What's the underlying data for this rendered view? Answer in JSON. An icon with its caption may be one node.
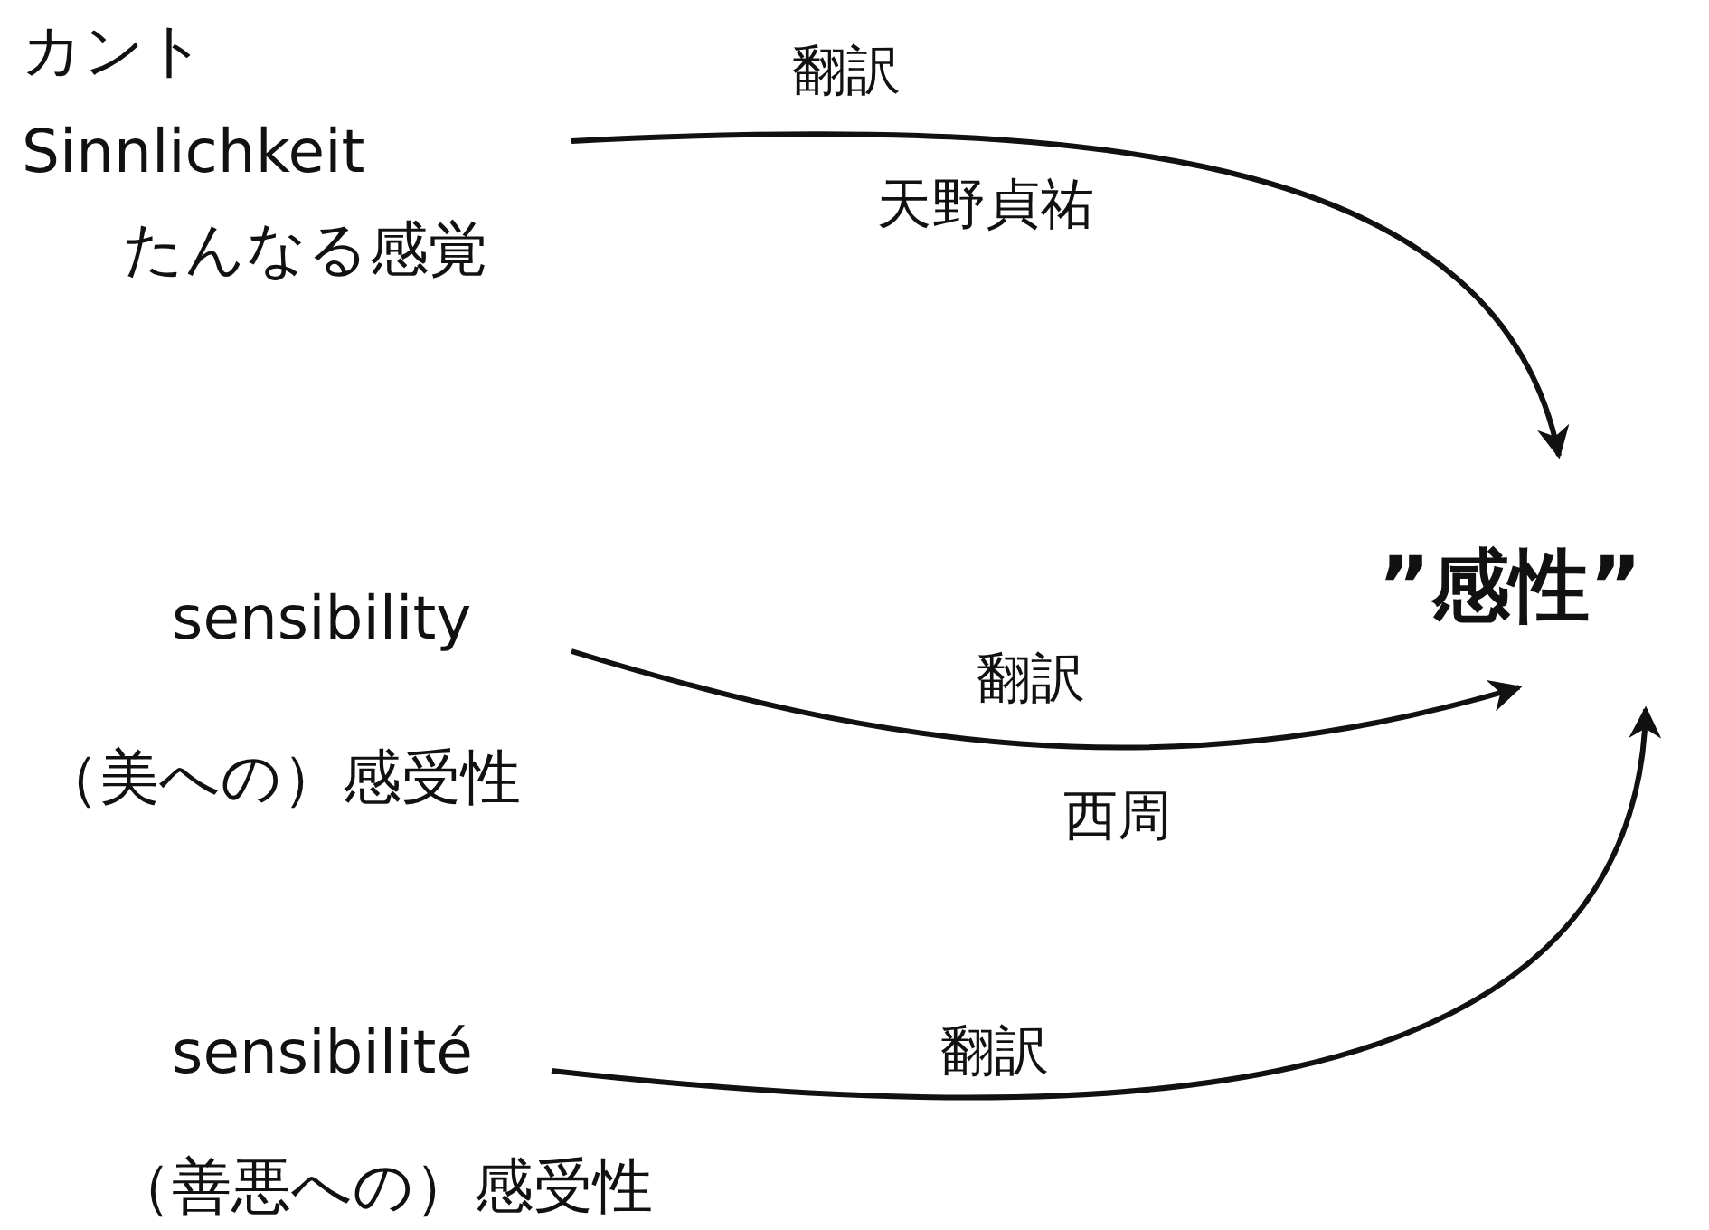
{
  "diagram": {
    "nodes": [
      {
        "text": [
          "カント",
          "Sinnlichkeit",
          "たんなる感覚"
        ]
      },
      {
        "text": [
          "”感性”"
        ]
      },
      {
        "text": [
          "sensibility"
        ],
        "beside": [
          "（美への）感受性"
        ]
      },
      {
        "text": [
          "sensibilité"
        ],
        "beside": [
          "（善悪への）感受性"
        ]
      }
    ],
    "edges": [
      {
        "from": 0,
        "to": 1,
        "arrow": "to",
        "label": "翻訳"
      },
      {
        "from": 2,
        "to": 1,
        "arrow": "to",
        "label": "翻訳"
      },
      {
        "from": 3,
        "to": 1,
        "arrow": "to",
        "label": "翻訳"
      }
    ],
    "labels": [
      "天野貞祐",
      "西周"
    ]
  }
}
